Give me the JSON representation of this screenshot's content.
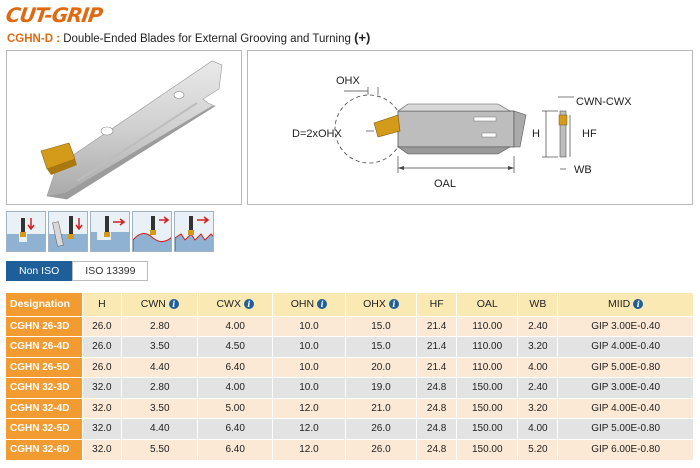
{
  "brand": {
    "logo_text": "CUT-GRIP"
  },
  "header": {
    "code": "CGHN-D :",
    "title": "Double-Ended Blades for External Grooving and Turning",
    "plus": "(+)"
  },
  "diagram": {
    "labels": {
      "ohx": "OHX",
      "d_formula": "D=2xOHX",
      "oal": "OAL",
      "cwn_cwx": "CWN-CWX",
      "h": "H",
      "hf": "HF",
      "wb": "WB"
    }
  },
  "operations": [
    "grooving-icon",
    "parting-icon",
    "internal-grooving-icon",
    "profiling-icon",
    "multi-grooving-icon"
  ],
  "tabs": [
    {
      "label": "Non ISO",
      "active": true
    },
    {
      "label": "ISO 13399",
      "active": false
    }
  ],
  "table": {
    "columns": [
      {
        "label": "Designation",
        "info": false
      },
      {
        "label": "H",
        "info": false
      },
      {
        "label": "CWN",
        "info": true
      },
      {
        "label": "CWX",
        "info": true
      },
      {
        "label": "OHN",
        "info": true
      },
      {
        "label": "OHX",
        "info": true
      },
      {
        "label": "HF",
        "info": false
      },
      {
        "label": "OAL",
        "info": false
      },
      {
        "label": "WB",
        "info": false
      },
      {
        "label": "MIID",
        "info": true
      }
    ],
    "rows": [
      [
        "CGHN 26-3D",
        "26.0",
        "2.80",
        "4.00",
        "10.0",
        "15.0",
        "21.4",
        "110.00",
        "2.40",
        "GIP 3.00E-0.40"
      ],
      [
        "CGHN 26-4D",
        "26.0",
        "3.50",
        "4.50",
        "10.0",
        "15.0",
        "21.4",
        "110.00",
        "3.20",
        "GIP 4.00E-0.40"
      ],
      [
        "CGHN 26-5D",
        "26.0",
        "4.40",
        "6.40",
        "10.0",
        "20.0",
        "21.4",
        "110.00",
        "4.00",
        "GIP 5.00E-0.80"
      ],
      [
        "CGHN 32-3D",
        "32.0",
        "2.80",
        "4.00",
        "10.0",
        "19.0",
        "24.8",
        "150.00",
        "2.40",
        "GIP 3.00E-0.40"
      ],
      [
        "CGHN 32-4D",
        "32.0",
        "3.50",
        "5.00",
        "12.0",
        "21.0",
        "24.8",
        "150.00",
        "3.20",
        "GIP 4.00E-0.40"
      ],
      [
        "CGHN 32-5D",
        "32.0",
        "4.40",
        "6.40",
        "12.0",
        "26.0",
        "24.8",
        "150.00",
        "4.00",
        "GIP 5.00E-0.80"
      ],
      [
        "CGHN 32-6D",
        "32.0",
        "5.50",
        "6.40",
        "12.0",
        "26.0",
        "24.8",
        "150.00",
        "5.20",
        "GIP 6.00E-0.80"
      ]
    ]
  },
  "colors": {
    "brand": "#e06a12",
    "designation": "#f29b31",
    "header_bg": "#fbe9b4",
    "tab_active": "#1f5f99"
  }
}
